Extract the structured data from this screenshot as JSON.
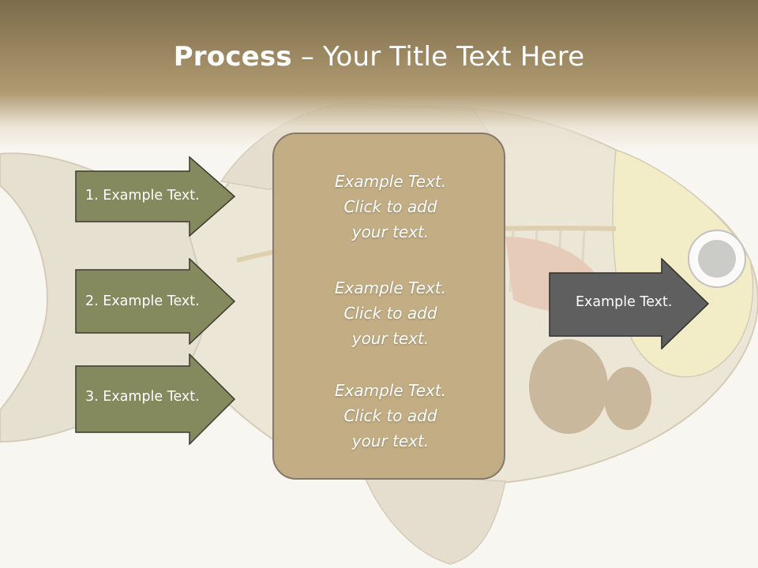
{
  "slide": {
    "title_bold": "Process",
    "title_rest": " – Your Title Text Here"
  },
  "inputs": [
    {
      "label": "1. Example Text."
    },
    {
      "label": "2. Example Text."
    },
    {
      "label": "3. Example Text."
    }
  ],
  "panel": {
    "blocks": [
      {
        "line1": "Example Text.",
        "line2": "Click  to add",
        "line3": "your text."
      },
      {
        "line1": "Example Text.",
        "line2": "Click  to add",
        "line3": "your text."
      },
      {
        "line1": "Example Text.",
        "line2": "Click  to add",
        "line3": "your text."
      }
    ]
  },
  "output": {
    "label": "Example Text."
  },
  "colors": {
    "input_arrow": "#848a5e",
    "output_arrow": "#5f5f5f",
    "panel": "#c2ad84",
    "header": "#9a8660"
  },
  "background_art": "fish-skeleton-illustration"
}
